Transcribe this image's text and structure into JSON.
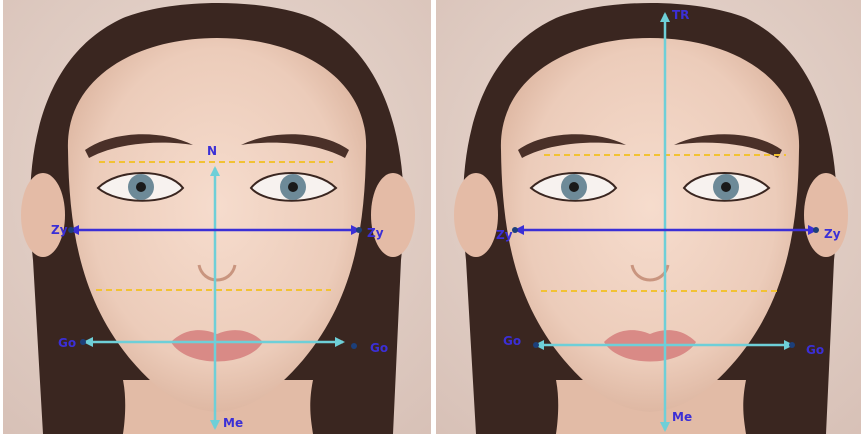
{
  "panels": [
    {
      "id": "left",
      "labels": {
        "top": "N",
        "bottom": "Me",
        "zy_left": "Zy",
        "zy_right": "Zy",
        "go_left": "Go",
        "go_right": "Go"
      }
    },
    {
      "id": "right",
      "labels": {
        "top": "TR",
        "bottom": "Me",
        "zy_left": "Zy",
        "zy_right": "Zy",
        "go_left": "Go",
        "go_right": "Go"
      }
    }
  ],
  "colors": {
    "vertical_axis": "#6ecfd8",
    "zygion_line": "#3b2fd6",
    "gonion_line": "#6ecfd8",
    "guide_dashes": "#f2c233",
    "landmark_labels": "#3b2fd6",
    "landmark_points": "#1c3f7a",
    "backdrop": "#e2cfc6",
    "hair": "#3a2620",
    "skin": "#efd2c2",
    "lips": "#d98a86",
    "iris": "#6d8a98",
    "brow": "#4a3028"
  }
}
